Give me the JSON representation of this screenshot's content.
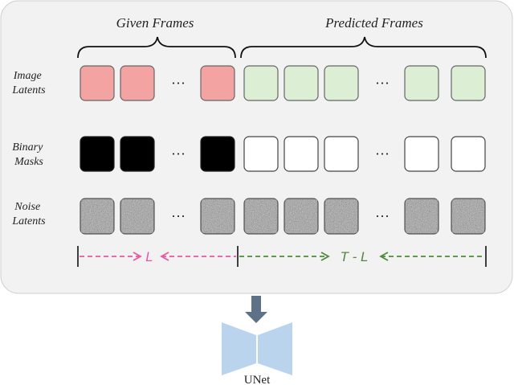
{
  "headers": {
    "given": "Given Frames",
    "predicted": "Predicted Frames"
  },
  "row_labels": {
    "image": [
      "Image",
      "Latents"
    ],
    "mask": [
      "Binary",
      "Masks"
    ],
    "noise": [
      "Noise",
      "Latents"
    ]
  },
  "ellipsis": "···",
  "spans": {
    "given": "L",
    "predicted": "T - L"
  },
  "model_label": "UNet",
  "colors": {
    "panel": "#f2f2f2",
    "given_latent": "#f4a3a3",
    "predicted_latent": "#dcefd5",
    "mask_given": "#000000",
    "mask_predicted": "#ffffff",
    "noise": "#9c9c9c",
    "given_arrow": "#e8579f",
    "predicted_arrow": "#4f8a3c",
    "unet": "#b9d4ec",
    "down_arrow": "#5f7186"
  }
}
